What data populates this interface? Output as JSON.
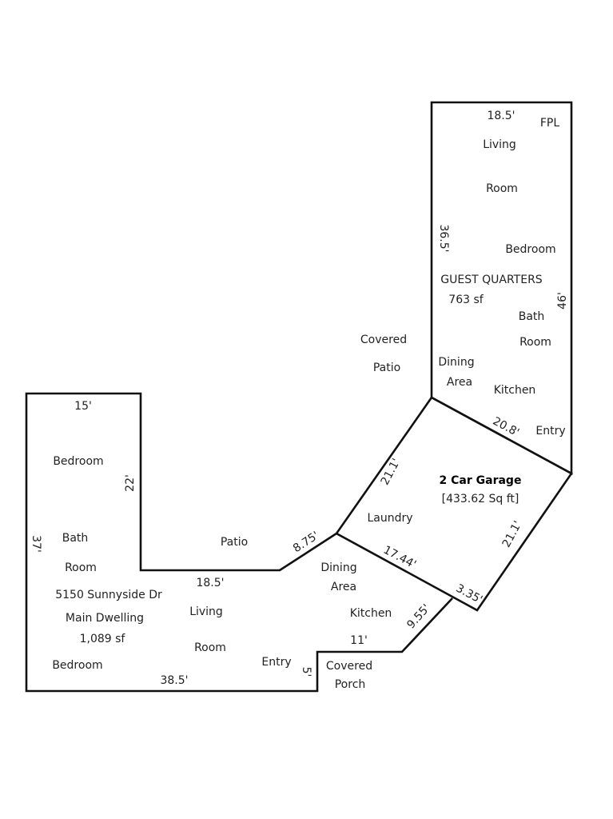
{
  "guest_quarters": {
    "width_top": "18.5'",
    "fpl": "FPL",
    "living_1": "Living",
    "living_2": "Room",
    "inner_height": "36.5'",
    "bedroom": "Bedroom",
    "title": "GUEST QUARTERS",
    "area": "763 sf",
    "outer_height": "46'",
    "bath_1": "Bath",
    "bath_2": "Room",
    "dining_1": "Dining",
    "dining_2": "Area",
    "kitchen": "Kitchen",
    "entry": "Entry",
    "bottom_edge": "20.8'"
  },
  "covered_patio": {
    "line_1": "Covered",
    "line_2": "Patio"
  },
  "garage": {
    "title": "2 Car Garage",
    "area": "[433.62 Sq ft]",
    "left_edge": "21.1'",
    "right_edge": "21.1'",
    "laundry": "Laundry",
    "bottom_edge": "17.44'",
    "corner_edge": "3.35'"
  },
  "main_dwelling": {
    "width_top": "15'",
    "bedroom_top": "Bedroom",
    "wing_depth": "22'",
    "outer_height": "37'",
    "bath_1": "Bath",
    "bath_2": "Room",
    "patio": "Patio",
    "patio_edge": "8.75'",
    "inner_width": "18.5'",
    "address": "5150 Sunnyside Dr",
    "title": "Main Dwelling",
    "area": "1,089 sf",
    "living_1": "Living",
    "living_2": "Room",
    "bedroom_bottom": "Bedroom",
    "dining_1": "Dining",
    "dining_2": "Area",
    "kitchen": "Kitchen",
    "angled_edge": "9.55'",
    "porch_width": "11'",
    "entry": "Entry",
    "porch_depth": "5'",
    "bottom_edge": "38.5'"
  },
  "covered_porch": {
    "line_1": "Covered",
    "line_2": "Porch"
  }
}
